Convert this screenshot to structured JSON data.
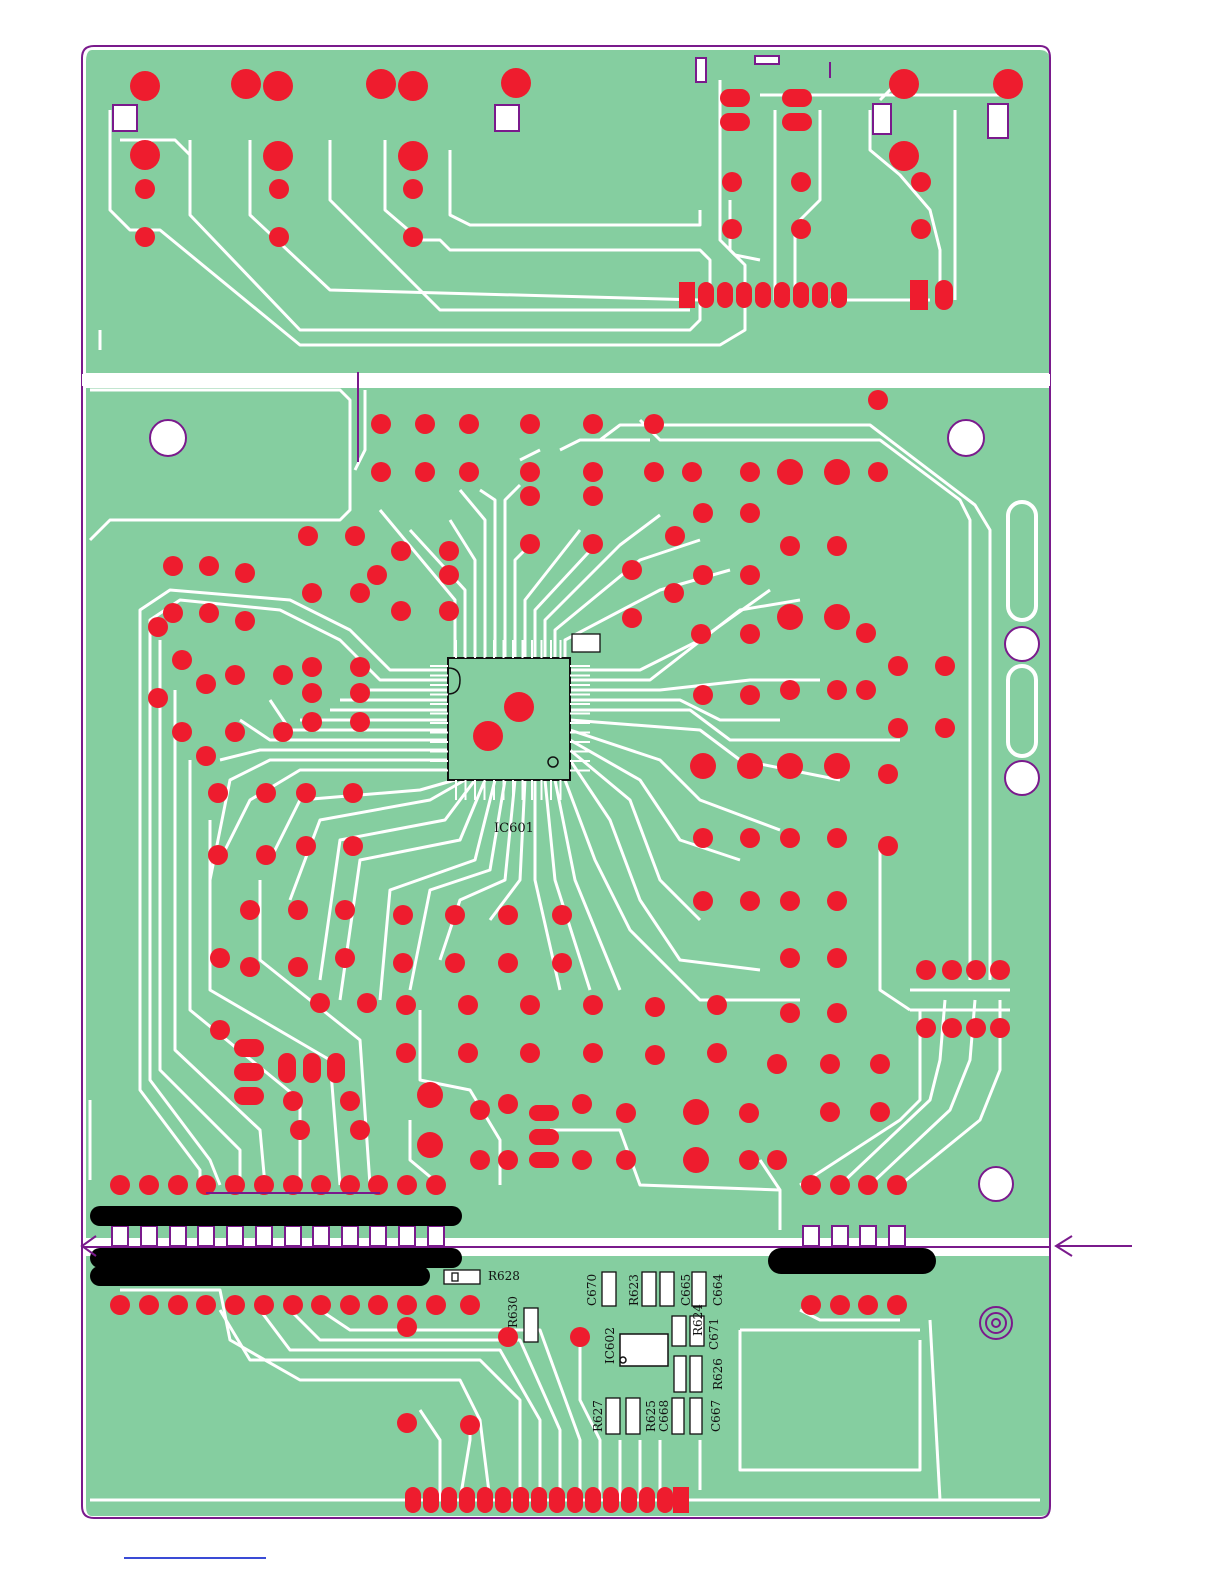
{
  "board": {
    "colors": {
      "copper": "#85cea0",
      "pad": "#ee1c2e",
      "outline": "#7a1a8c",
      "trace_gap": "#ffffff",
      "silkscreen": "#111111",
      "mask_bar": "#000000",
      "scale_line": "#3a4bd6"
    }
  },
  "labels": {
    "ic601": "IC601",
    "ic602": "IC602",
    "r628": "R628",
    "r630": "R630",
    "c670": "C670",
    "r623": "R623",
    "c665": "C665",
    "c664": "C664",
    "r624": "R624",
    "c671": "C671",
    "r626": "R626",
    "r627": "R627",
    "r625": "R625",
    "c668": "C668",
    "c667": "C667"
  },
  "icons": {
    "arrow": "arrow-left-icon",
    "fiducial": "target-icon"
  }
}
